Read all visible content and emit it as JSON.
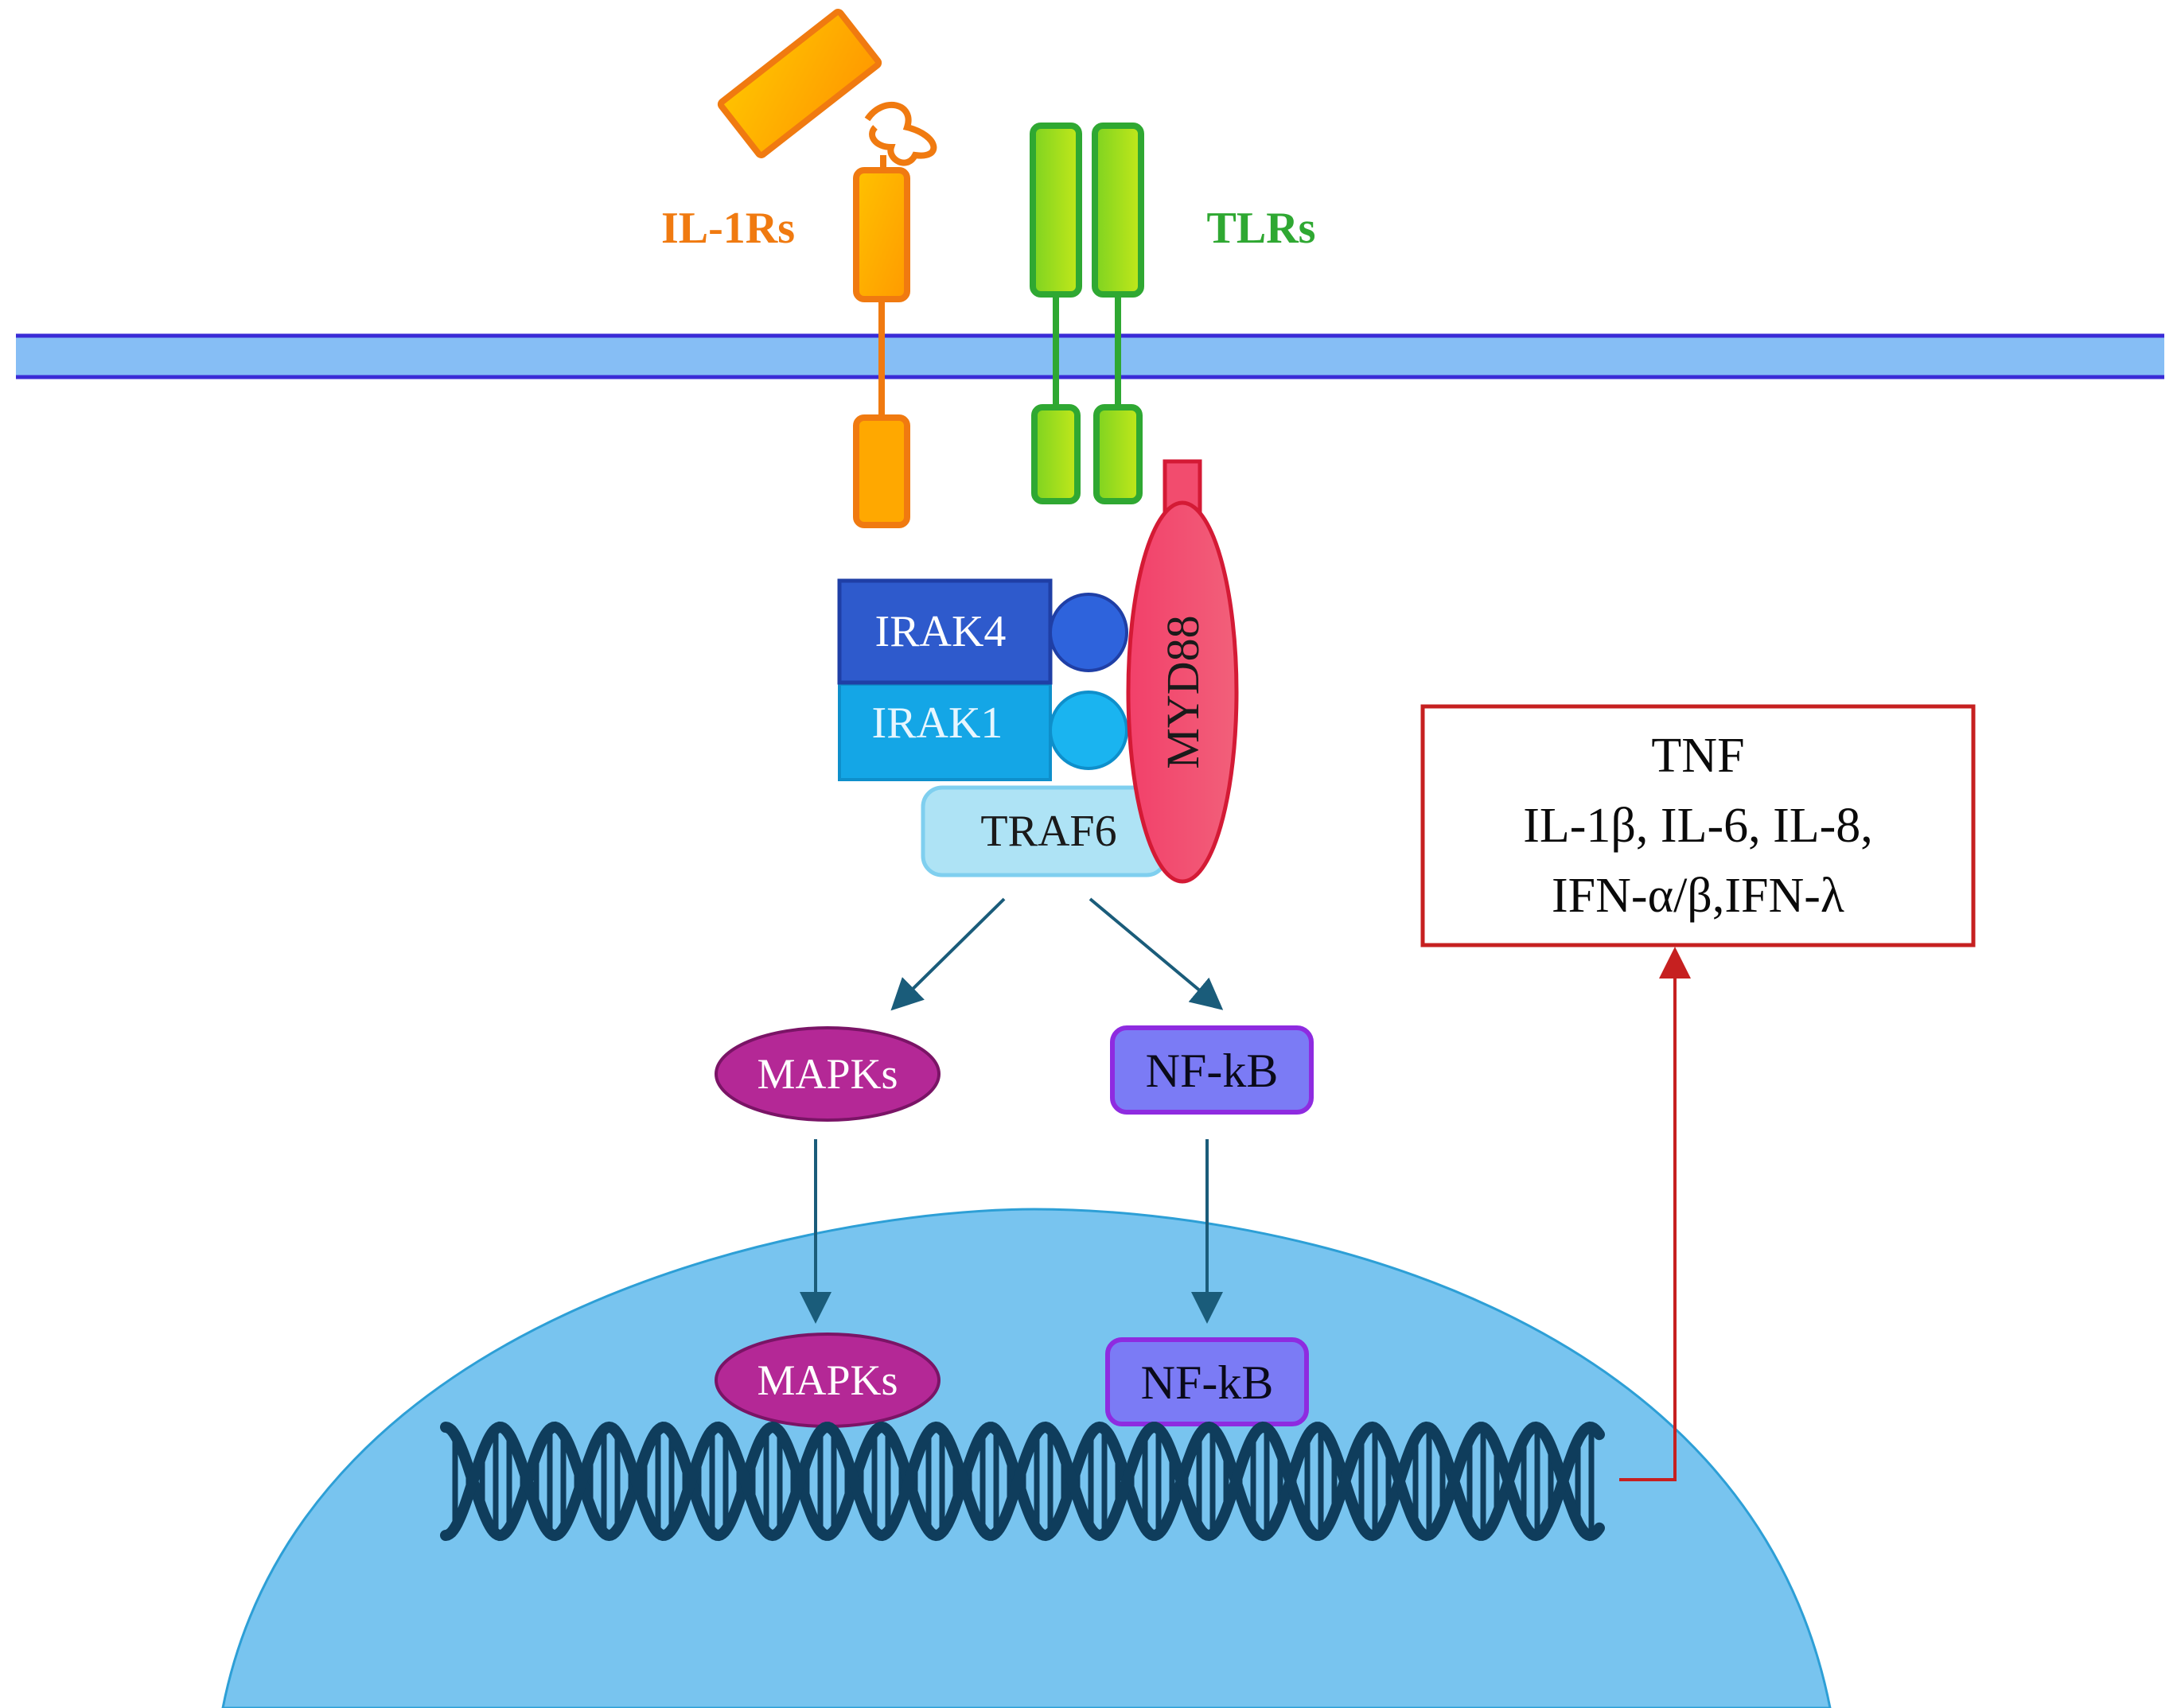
{
  "receptors": {
    "il1r_label": "IL-1Rs",
    "tlr_label": "TLRs"
  },
  "adaptors": {
    "irak4": "IRAK4",
    "irak1": "IRAK1",
    "traf6": "TRAF6",
    "myd88": "MYD88"
  },
  "signaling": {
    "mapks_cytoplasm": "MAPKs",
    "nfkb_cytoplasm": "NF-kB",
    "mapks_nucleus": "MAPKs",
    "nfkb_nucleus": "NF-kB"
  },
  "outputs": {
    "line1": "TNF",
    "line2": "IL-1β, IL-6, IL-8,",
    "line3": "IFN-α/β,IFN-λ"
  },
  "colors": {
    "il1r_orange": "#F07A10",
    "il1r_yellow": "#FFC200",
    "tlr_green": "#2FA832",
    "tlr_lime": "#9AD81A",
    "membrane_fill": "#86BEF5",
    "membrane_line": "#3A2BD6",
    "irak4": "#2E5ACC",
    "irak1": "#14A6E6",
    "traf6": "#AEE3F5",
    "myd88": "#F24C6E",
    "mapks": "#B42896",
    "nfkb": "#7B7BF5",
    "nfkb_border": "#8E2BE0",
    "nucleus": "#78C4EF",
    "dna": "#0F3D5C",
    "arrow": "#1A5C7A",
    "output_red": "#C62020"
  }
}
